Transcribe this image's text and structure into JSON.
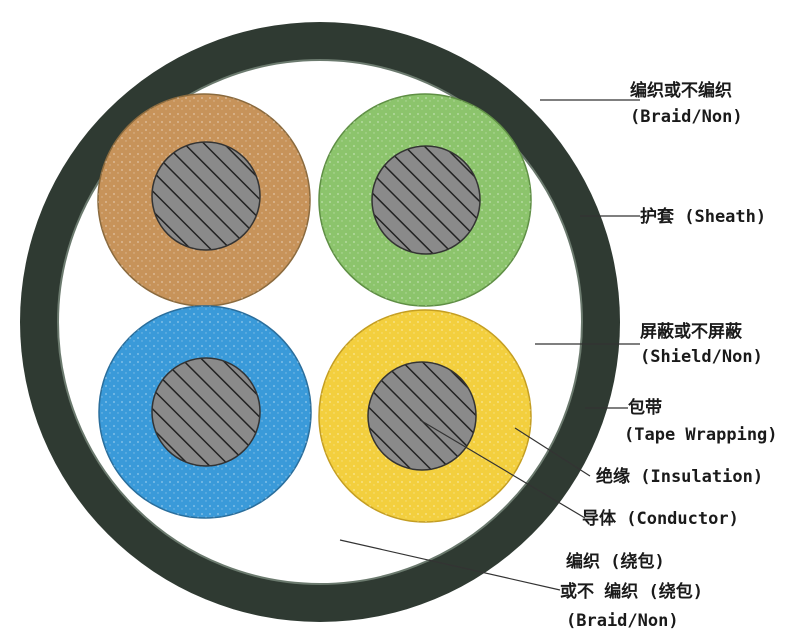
{
  "labels": {
    "braid_cn": "编织或不编织",
    "braid_en": "(Braid/Non)",
    "sheath": "护套 (Sheath)",
    "shield_cn": "屏蔽或不屏蔽",
    "shield_en": "(Shield/Non)",
    "tape_cn": "包带",
    "tape_en": "(Tape Wrapping)",
    "insulation": "绝缘 (Insulation)",
    "conductor": "导体 (Conductor)",
    "inner_braid_cn_1": "编织 (绕包)",
    "inner_braid_cn_2": "或不 编织 (绕包)",
    "inner_braid_en": "(Braid/Non)"
  },
  "colors": {
    "sheath": "#2f3a32",
    "inner_fill": "#ffffff",
    "core_brown": "#c7935a",
    "core_green": "#8cc46c",
    "core_blue": "#3a9ad9",
    "core_yellow": "#f3cf3e",
    "conductor": "#8a8a8a",
    "hatch": "#2a2a2a"
  },
  "cores": [
    {
      "name": "core-brown",
      "color_key": "core_brown"
    },
    {
      "name": "core-green",
      "color_key": "core_green"
    },
    {
      "name": "core-blue",
      "color_key": "core_blue"
    },
    {
      "name": "core-yellow",
      "color_key": "core_yellow"
    }
  ]
}
